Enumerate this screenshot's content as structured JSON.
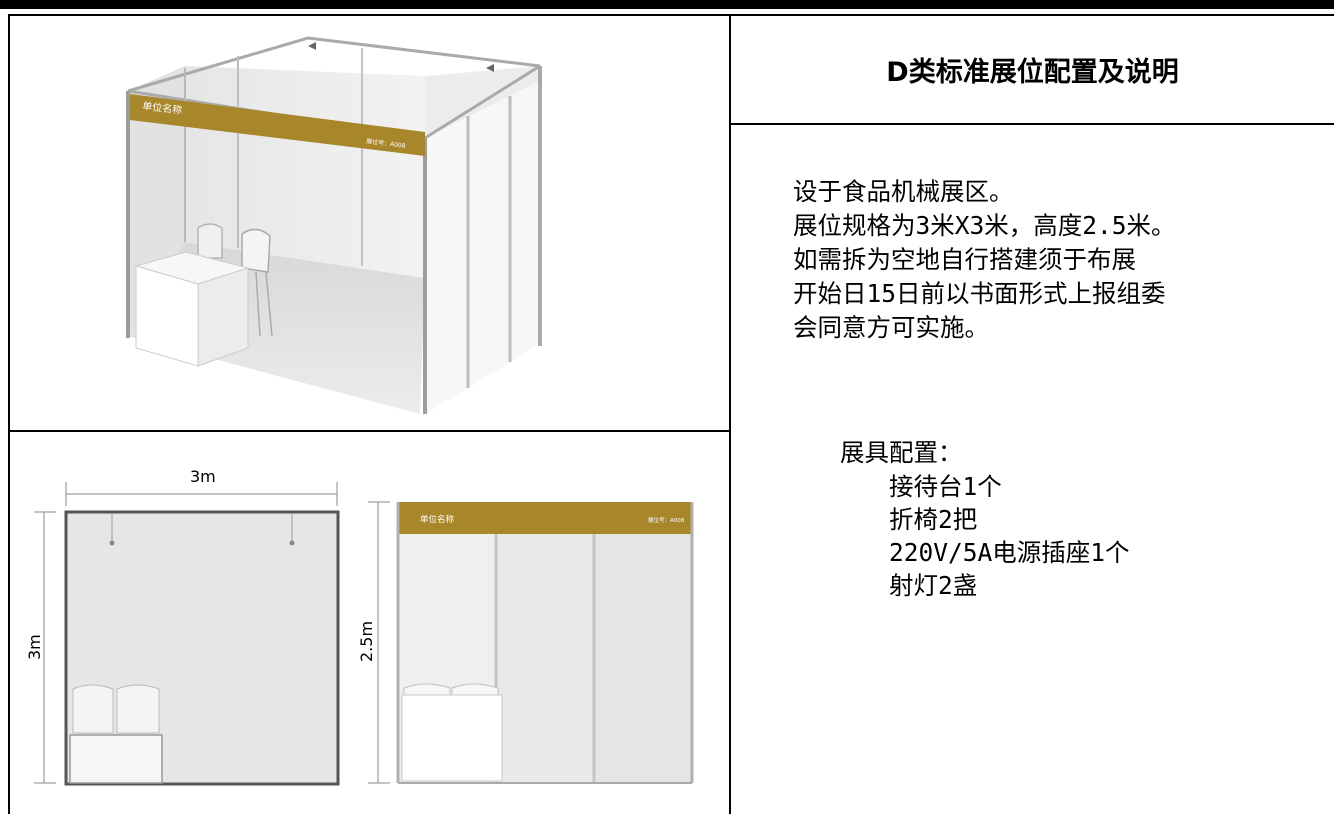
{
  "title": "D类标准展位配置及说明",
  "description": [
    "设于食品机械展区。",
    "展位规格为3米X3米，高度2.5米。",
    "如需拆为空地自行搭建须于布展",
    "开始日15日前以书面形式上报组委",
    "会同意方可实施。"
  ],
  "config": {
    "heading": "展具配置：",
    "items": [
      "接待台1个",
      "折椅2把",
      "220V/5A电源插座1个",
      "射灯2盏"
    ]
  },
  "booth": {
    "fascia_name": "单位名称",
    "fascia_number": "展位号：A008",
    "fascia_color": "#a8872a"
  },
  "dimensions": {
    "width_label": "3m",
    "depth_label": "3m",
    "height_label": "2.5m"
  }
}
